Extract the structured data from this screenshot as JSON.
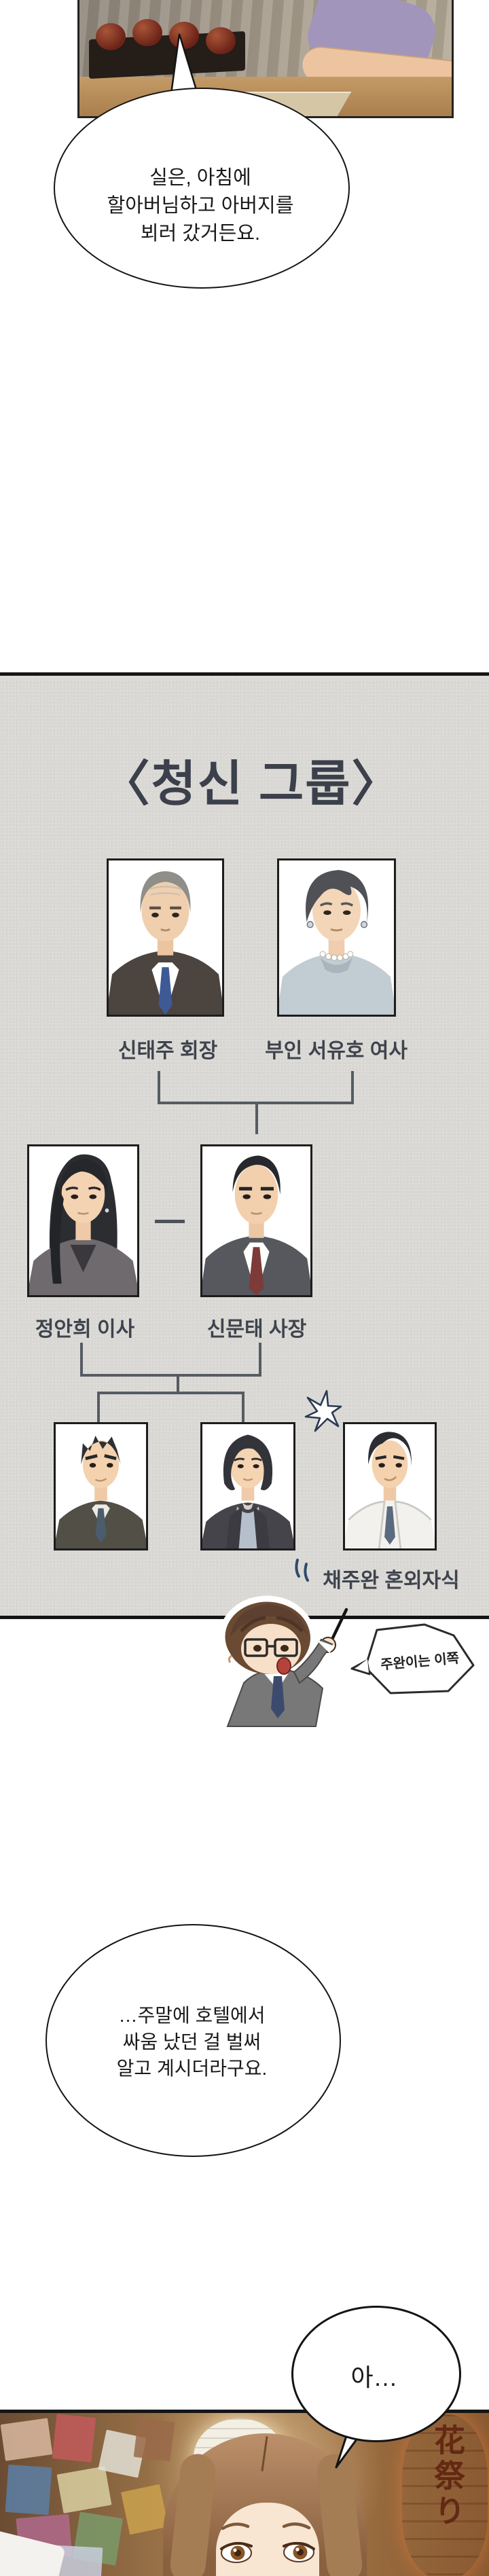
{
  "palette": {
    "page_bg": "#ffffff",
    "panel_bg": "#d9d8d4",
    "ink": "#151515",
    "title_color": "#3b404b",
    "connector_color": "#565b63",
    "accent_navy": "#2e4a6b",
    "lantern_orange": "#d2551f"
  },
  "bubble1": {
    "lines": [
      "실은, 아침에",
      "할아버님하고 아버지를",
      "뵈러 갔거든요."
    ]
  },
  "org_chart": {
    "title": "〈청신 그룹〉",
    "members": [
      {
        "id": "chairman",
        "label": "신태주 회장"
      },
      {
        "id": "wife",
        "label": "부인 서유호 여사"
      },
      {
        "id": "director",
        "label": "정안희 이사"
      },
      {
        "id": "president",
        "label": "신문태 사장"
      },
      {
        "id": "first-son",
        "label": ""
      },
      {
        "id": "daughter",
        "label": ""
      },
      {
        "id": "chae-juwan",
        "label": "채주완 혼외자식"
      }
    ]
  },
  "narrator": {
    "balloon_text": "주완이는 이쪽"
  },
  "bubble2": {
    "lines": [
      "…주말에 호텔에서",
      "싸움 났던 걸 벌써",
      "알고 계시더라구요."
    ]
  },
  "bubble3": {
    "text": "아…"
  },
  "bottom_scene": {
    "lantern_text": "花祭り"
  }
}
